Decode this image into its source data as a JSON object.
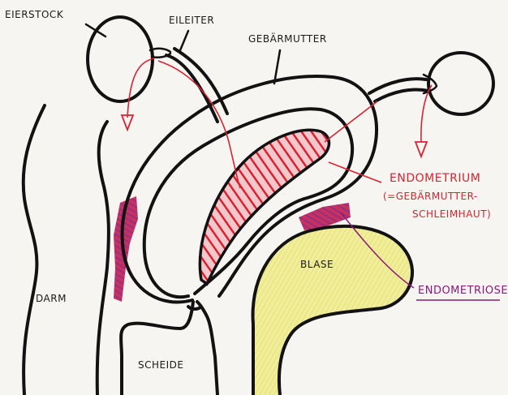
{
  "labels": {
    "eierstock": "EIERSTOCK",
    "eileiter": "EILEITER",
    "gebaermutter": "GEBÄRMUTTER",
    "endometrium": "ENDOMETRIUM",
    "endometrium_note_1": "(=GEBÄRMUTTER-",
    "endometrium_note_2": "SCHLEIMHAUT)",
    "darm": "DARM",
    "blase": "BLASE",
    "scheide": "SCHEIDE",
    "endometriose": "ENDOMETRIOSE"
  },
  "colors": {
    "ink": "#121212",
    "endometrium_red": "#d8232f",
    "endometriose_purple": "#8a1a7a",
    "bladder_yellow": "#ece88a"
  },
  "icons": {
    "arrow_left": "arrow-down-icon",
    "arrow_right": "arrow-down-icon"
  }
}
